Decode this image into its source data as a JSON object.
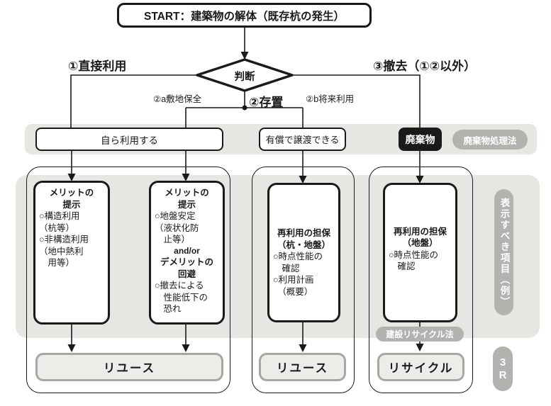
{
  "colors": {
    "ink": "#1a1a1a",
    "light_gray_backdrop": "#e8e6e3",
    "gray_pill": "#b4b2af",
    "outcome_fill": "#edece9",
    "outcome_border": "#a9a7a4",
    "waste_box_bg": "#1c1a18"
  },
  "start": {
    "label": "START：建築物の解体（既存杭の発生）"
  },
  "decision": {
    "label": "判断"
  },
  "branches": {
    "b1": "①直接利用",
    "b2": "②存置",
    "b2a": "②a敷地保全",
    "b2b": "②b将来利用",
    "b3": "③撤去（①②以外）"
  },
  "band": {
    "self_use": "自ら利用する",
    "paid_transfer": "有償で譲渡できる",
    "waste": "廃棄物",
    "waste_law": "廃棄物処理法"
  },
  "boxes": {
    "merit1": {
      "title": "メリットの\n提示",
      "body": "○構造利用\n（杭等）\n○非構造利用\n（地中熱利\n　用等）"
    },
    "merit2": {
      "title": "メリットの\n提示",
      "body1": "○地盤安定\n（液状化防\n　止等）",
      "andor": "and/or",
      "demerit_title": "デメリットの\n回避",
      "body2": "○撤去による\n　性能低下の\n　恐れ"
    },
    "guarantee_pile": {
      "title": "再利用の担保\n（杭・地盤）",
      "body": "○時点性能の\n　確認\n○利用計画\n　（概要）"
    },
    "guarantee_ground": {
      "title": "再利用の担保\n（地盤）",
      "body": "○時点性能の\n　確認"
    }
  },
  "outcomes": {
    "reuse1": "リユース",
    "reuse2": "リユース",
    "recycle": "リサイクル"
  },
  "pills": {
    "recycle_law": "建設リサイクル法",
    "display_items": "表示すべき項目（例）",
    "three_r": "3\nR"
  }
}
